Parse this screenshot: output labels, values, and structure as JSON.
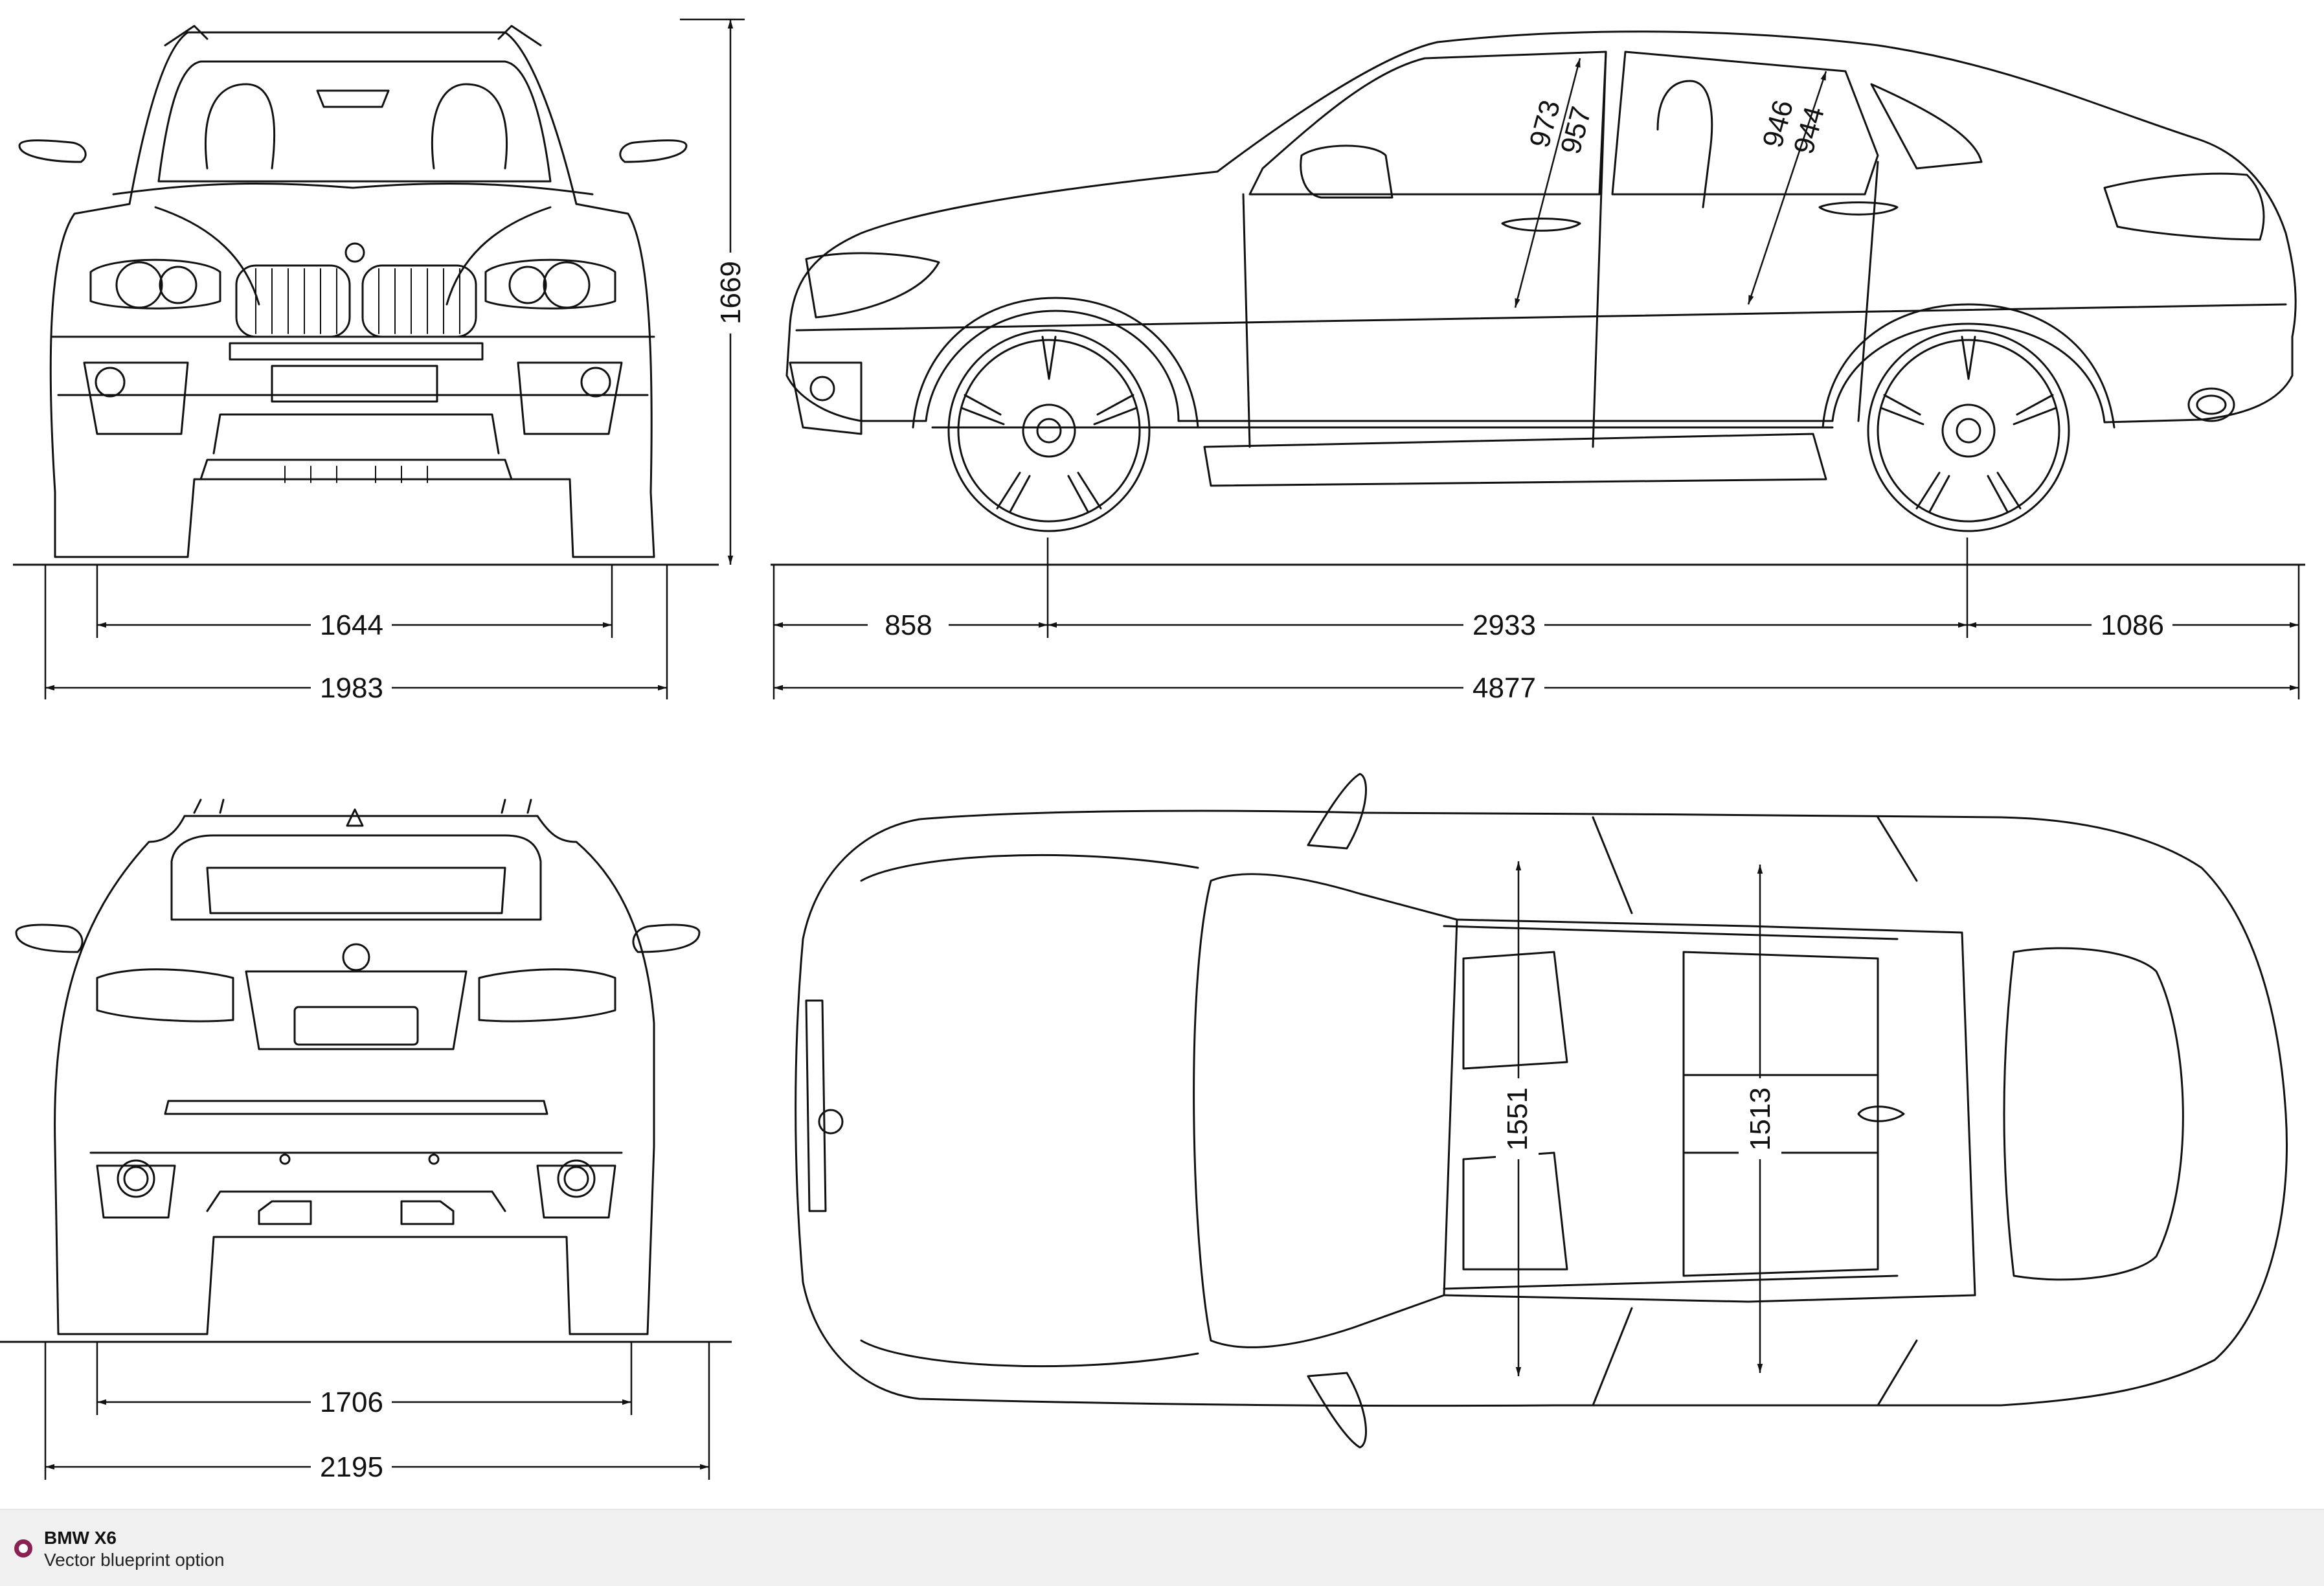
{
  "footer": {
    "title": "BMW X6",
    "subtitle": "Vector blueprint option",
    "accent_color": "#8a2152"
  },
  "dimensions": {
    "front_height": "1669",
    "front_track": "1644",
    "front_width": "1983",
    "front_overhang": "858",
    "wheelbase": "2933",
    "rear_overhang": "1086",
    "length": "4877",
    "front_headroom_1": "973",
    "front_headroom_2": "957",
    "rear_headroom_1": "946",
    "rear_headroom_2": "944",
    "rear_track": "1706",
    "width_with_mirrors": "2195",
    "front_interior_width": "1551",
    "rear_interior_width": "1513"
  }
}
